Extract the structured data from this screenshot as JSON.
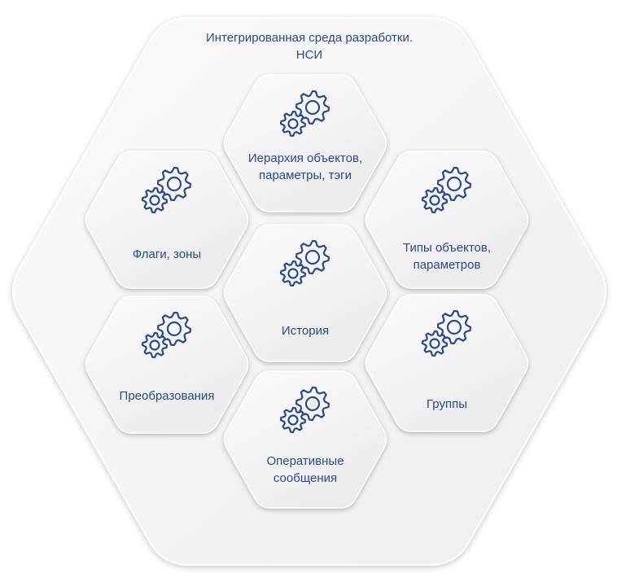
{
  "title": {
    "line1": "Интегрированная среда разработки.",
    "line2": "НСИ"
  },
  "modules": [
    {
      "id": "hierarchy",
      "line1": "Иерархия объектов,",
      "line2": "параметры, тэги",
      "icon": "gears-icon"
    },
    {
      "id": "flags",
      "line1": "Флаги, зоны",
      "line2": "",
      "icon": "gears-icon"
    },
    {
      "id": "types",
      "line1": "Типы объектов,",
      "line2": "параметров",
      "icon": "gears-icon"
    },
    {
      "id": "history",
      "line1": "История",
      "line2": "",
      "icon": "gears-icon"
    },
    {
      "id": "transforms",
      "line1": "Преобразования",
      "line2": "",
      "icon": "gears-icon"
    },
    {
      "id": "groups",
      "line1": "Группы",
      "line2": "",
      "icon": "gears-icon"
    },
    {
      "id": "messages",
      "line1": "Оперативные",
      "line2": "сообщения",
      "icon": "gears-icon"
    }
  ],
  "colors": {
    "text": "#2c4a86",
    "icon": "#2c4a86",
    "hex_fill": "#f4f4f5",
    "outer_fill": "#f7f7f8"
  }
}
